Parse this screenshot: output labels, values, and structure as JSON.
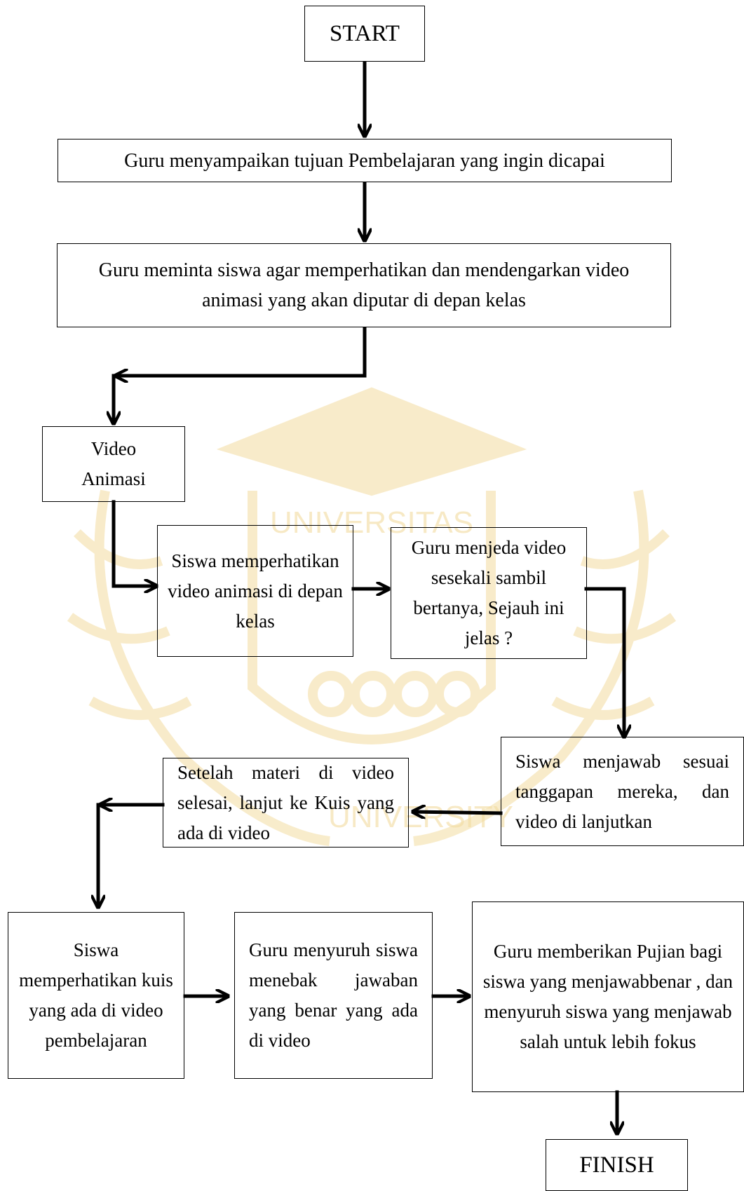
{
  "colors": {
    "line": "#000000",
    "watermark": "#f3dca0"
  },
  "flowchart": {
    "start": "START",
    "step1": "Guru menyampaikan tujuan Pembelajaran yang ingin dicapai",
    "step2": "Guru meminta siswa agar memperhatikan dan mendengarkan video animasi yang akan diputar di depan kelas",
    "video": "Video Animasi",
    "step3": "Siswa memperhatikan video animasi di depan kelas",
    "step4": "Guru menjeda video sesekali sambil bertanya, Sejauh ini jelas ?",
    "step5": "Siswa menjawab sesuai tanggapan mereka, dan video di lanjutkan",
    "step6": "Setelah materi di video selesai, lanjut ke Kuis yang ada di video",
    "step7": "Siswa memperhatikan kuis yang ada di video pembelajaran",
    "step8": "Guru menyuruh siswa menebak jawaban yang benar yang ada di video",
    "step9": "Guru memberikan Pujian bagi siswa yang menjawabbenar , dan menyuruh siswa yang menjawab salah untuk lebih fokus",
    "finish": "FINISH"
  },
  "watermark": {
    "text_top": "UNIVERSITAS",
    "text_bottom": "UNIVERSITY"
  }
}
